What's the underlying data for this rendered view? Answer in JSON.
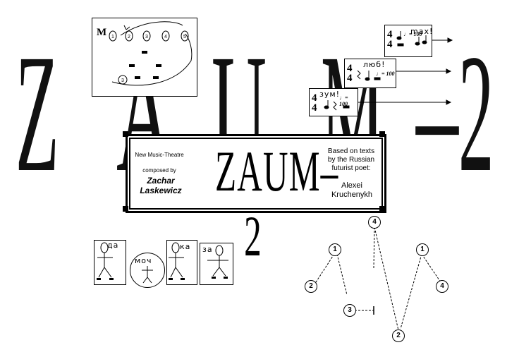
{
  "big_letters": [
    "Z",
    "A",
    "U",
    "M",
    "–",
    "2"
  ],
  "banner": {
    "title": "ZAUM–2",
    "left_line1": "New Music-Theatre",
    "left_line2": "composed by",
    "composer": "Zachar Laskewicz",
    "right_text": "Based on texts by the Russian futurist poet:",
    "poet": "Alexei Kruchenykh"
  },
  "stage_card": {
    "letter": "M",
    "circles": [
      "1",
      "2",
      "3",
      "4",
      "5"
    ],
    "marker": "3"
  },
  "score_cards": [
    {
      "time_top": "4",
      "time_bottom": "4",
      "word": "max!"
    },
    {
      "time_top": "4",
      "time_bottom": "4",
      "word": "люб!",
      "tempo": "♩= 100"
    },
    {
      "time_top": "4",
      "time_bottom": "4",
      "word": "зум!",
      "tempo": "♩= 100"
    }
  ],
  "figure_cards": [
    {
      "word": "да"
    },
    {
      "word": "моч"
    },
    {
      "word": "ка"
    },
    {
      "word": "за"
    }
  ],
  "diagram_labels": [
    "4",
    "1",
    "2",
    "3",
    "2",
    "1",
    "4"
  ]
}
